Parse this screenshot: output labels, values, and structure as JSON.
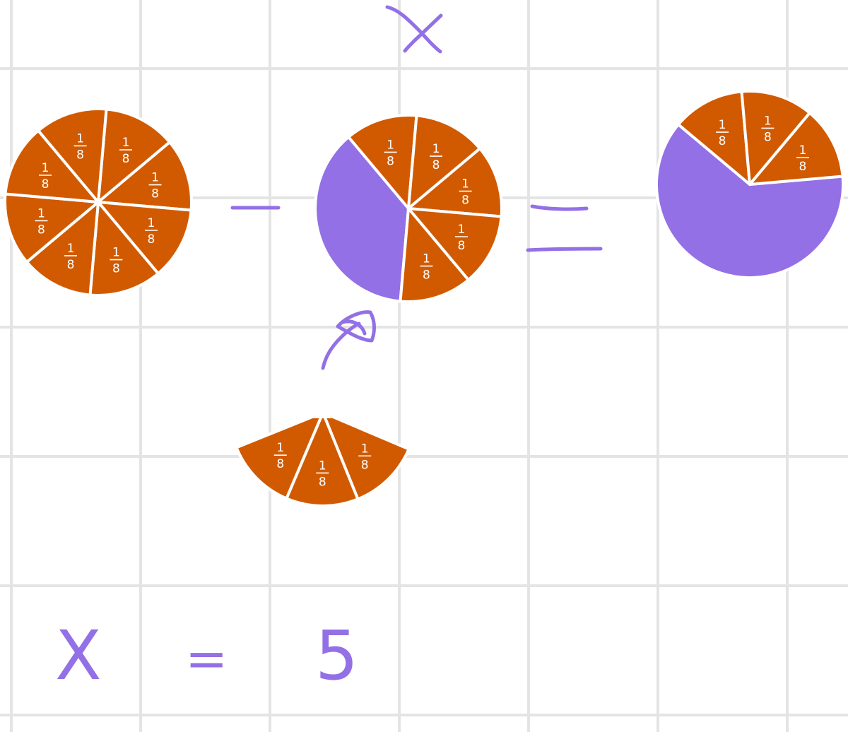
{
  "colors": {
    "grid": "#e4e4e4",
    "slice": "#d15a00",
    "missing": "#9370e6",
    "ink": "#9370e6",
    "divider": "#ffffff"
  },
  "fraction": {
    "numerator": "1",
    "denominator": "8"
  },
  "pies": [
    {
      "name": "whole-pie",
      "total_slices": 8,
      "orange_slices": 8
    },
    {
      "name": "partial-pie-middle",
      "total_slices": 8,
      "orange_slices": 5,
      "missing_slices": 3
    },
    {
      "name": "result-pie",
      "total_slices": 8,
      "orange_slices": 3,
      "missing_slices": 5
    }
  ],
  "removed_piece": {
    "name": "removed-slices",
    "slices": 3
  },
  "equation": {
    "unknown_label": "X",
    "minus_symbol": "−",
    "equals_symbol": "="
  },
  "answer": {
    "variable": "X",
    "equals": "=",
    "value": "5"
  }
}
